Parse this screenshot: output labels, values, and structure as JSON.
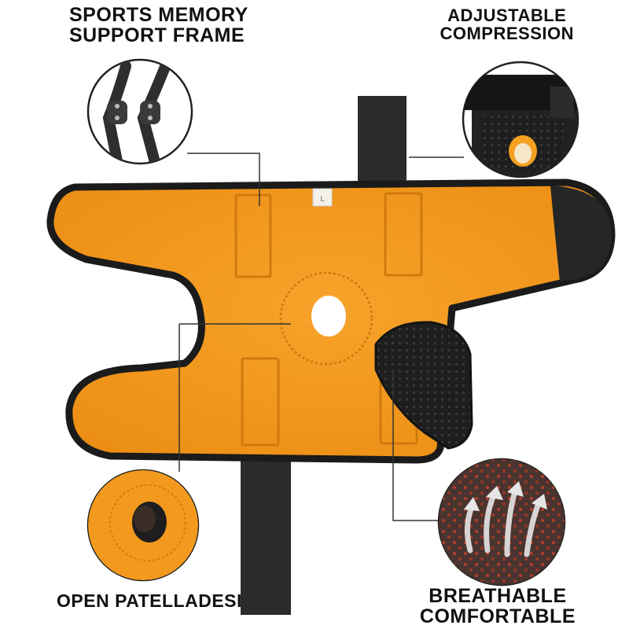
{
  "labels": {
    "top_left": {
      "line1": "SPORTS MEMORY",
      "line2": "SUPPORT FRAME"
    },
    "top_right": {
      "line1": "ADJUSTABLE",
      "line2": "COMPRESSION"
    },
    "bottom_left": {
      "text": "OPEN PATELLADESIGN"
    },
    "bottom_right": {
      "line1": "BREATHABLE",
      "line2": "COMFORTABLE"
    }
  },
  "product": {
    "size_tag": "L",
    "colors": {
      "pad_orange": "#f39a1e",
      "pad_orange_dark": "#e08a12",
      "edge_black": "#1b1b1b",
      "strap_black": "#2a2a2a",
      "callout_line": "#333333",
      "mesh_brown": "#4a3430",
      "mesh_dot": "#b0402a"
    }
  }
}
